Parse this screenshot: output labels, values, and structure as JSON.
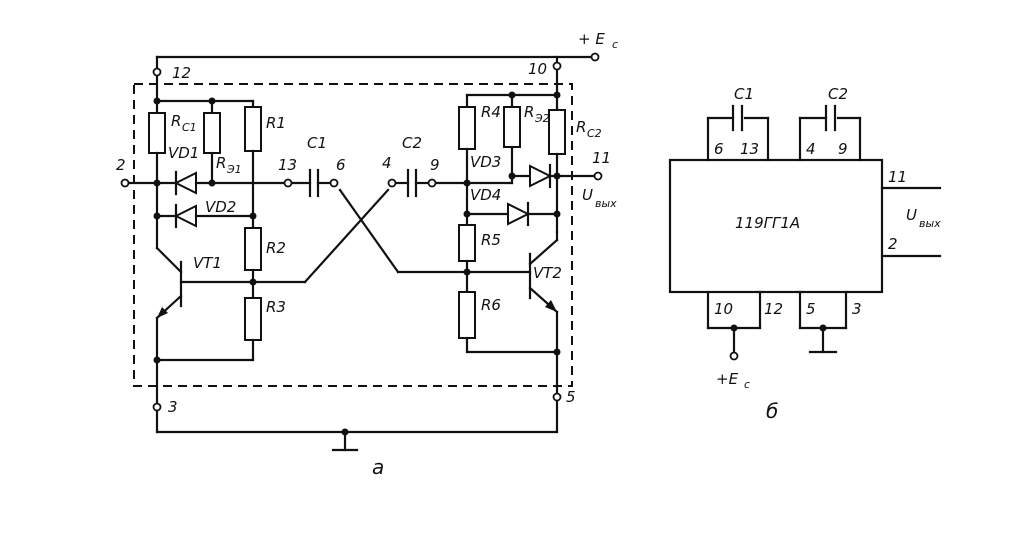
{
  "schematic_a": {
    "supply_label": "+ E",
    "supply_sub": "c",
    "pins": {
      "p12": "12",
      "p10": "10",
      "p2": "2",
      "p13": "13",
      "p6": "6",
      "p4": "4",
      "p9": "9",
      "p11": "11",
      "p3": "3",
      "p5": "5"
    },
    "components": {
      "rc1": "R",
      "rc1_sub": "C1",
      "vd1": "VD1",
      "r31": "R",
      "r31_sub": "Э1",
      "r1": "R1",
      "vd2": "VD2",
      "vt1": "VT1",
      "r2": "R2",
      "r3": "R3",
      "c1": "C1",
      "c2": "C2",
      "r4": "R4",
      "r32": "R",
      "r32_sub": "Э2",
      "rc2": "R",
      "rc2_sub": "C2",
      "vd3": "VD3",
      "vd4": "VD4",
      "r5": "R5",
      "vt2": "VT2",
      "r6": "R6"
    },
    "output_label": "U",
    "output_sub": "вых",
    "caption": "а"
  },
  "schematic_b": {
    "chip_label": "119ГГ1А",
    "c1": "C1",
    "c2": "C2",
    "pins": {
      "p6": "6",
      "p13": "13",
      "p4": "4",
      "p9": "9",
      "p11": "11",
      "p2": "2",
      "p10": "10",
      "p12": "12",
      "p5": "5",
      "p3": "3"
    },
    "output_label": "U",
    "output_sub": "вых",
    "supply_label": "+E",
    "supply_sub": "c",
    "caption": "б"
  }
}
